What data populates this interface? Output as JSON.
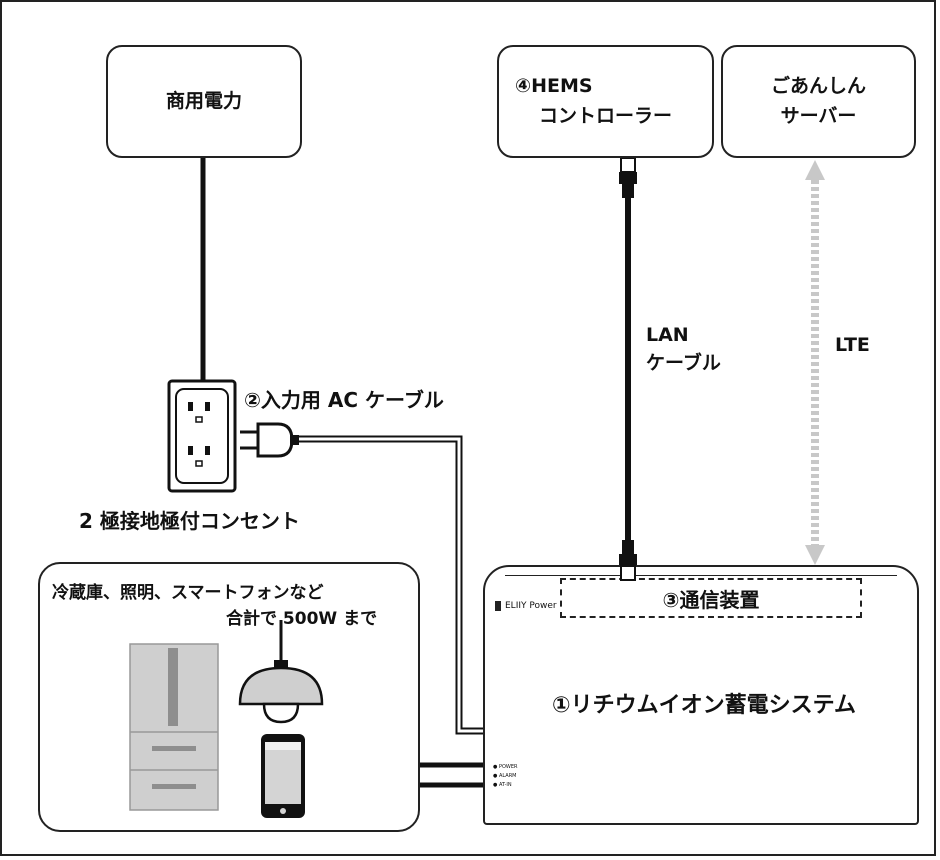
{
  "nodes": {
    "grid": "商用電力",
    "hems_line1": "④HEMS",
    "hems_line2": "コントローラー",
    "server_line1": "ごあんしん",
    "server_line2": "サーバー"
  },
  "labels": {
    "ac_cable": "②入力用 AC ケーブル",
    "outlet": "2 極接地極付コンセント",
    "lan_line1": "LAN",
    "lan_line2": "ケーブル",
    "lte": "LTE"
  },
  "appliances": {
    "line1": "冷蔵庫、照明、スマートフォンなど",
    "line2": "合計で 500W まで"
  },
  "battery": {
    "brand": "ELIIY Power",
    "system_label": "①リチウムイオン蓄電システム",
    "comm_label": "③通信装置",
    "indicators": [
      "POWER",
      "ALARM",
      "AT-IN"
    ]
  }
}
